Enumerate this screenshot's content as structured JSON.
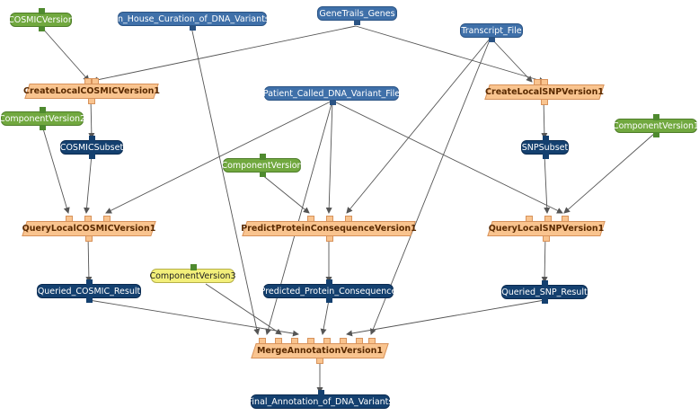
{
  "nodes": {
    "cosmic_version": "COSMICVersion",
    "in_house": "In_House_Curation_of_DNA_Variants",
    "genetrails": "GeneTrails_Genes",
    "transcript": "Transcript_File",
    "create_cosmic": "CreateLocalCOSMICVersion1",
    "patient_called": "Patient_Called_DNA_Variant_File",
    "create_snp": "CreateLocalSNPVersion1",
    "component_v2": "ComponentVersion2",
    "component_v1": "ComponentVersion1",
    "cosmic_subset": "COSMICSubset",
    "snp_subset": "SNPSubset",
    "component_v": "ComponentVersion",
    "query_cosmic": "QueryLocalCOSMICVersion1",
    "predict": "PredictProteinConsequenceVersion1",
    "query_snp": "QueryLocalSNPVersion1",
    "component_v3": "ComponentVersion3",
    "queried_cosmic": "Queried_COSMIC_Result",
    "predicted_protein": "Predicted_Protein_Consequence",
    "queried_snp": "Queried_SNP_Result",
    "merge": "MergeAnnotationVersion1",
    "final": "Final_Annotation_of_DNA_Variants"
  },
  "colors": {
    "green": "#71a83f",
    "blue": "#3f70a9",
    "navy": "#14406f",
    "yellow": "#f3ef7a",
    "orange": "#f9c48f",
    "edge": "#555555"
  }
}
